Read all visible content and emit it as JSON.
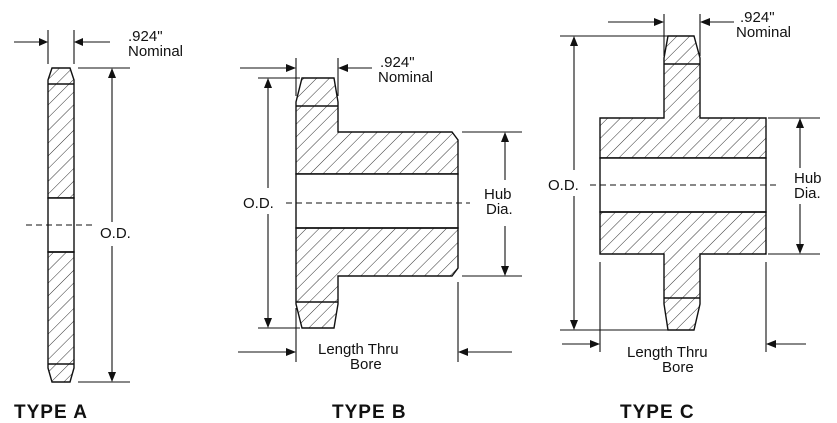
{
  "type_a": {
    "title": "TYPE A",
    "thickness_value": ".924\"",
    "thickness_note": "Nominal",
    "od_label": "O.D."
  },
  "type_b": {
    "title": "TYPE B",
    "thickness_value": ".924\"",
    "thickness_note": "Nominal",
    "od_label": "O.D.",
    "hub_label_1": "Hub",
    "hub_label_2": "Dia.",
    "length_label_1": "Length Thru",
    "length_label_2": "Bore"
  },
  "type_c": {
    "title": "TYPE C",
    "thickness_value": ".924\"",
    "thickness_note": "Nominal",
    "od_label": "O.D.",
    "hub_label_1": "Hub",
    "hub_label_2": "Dia.",
    "length_label_1": "Length Thru",
    "length_label_2": "Bore"
  }
}
